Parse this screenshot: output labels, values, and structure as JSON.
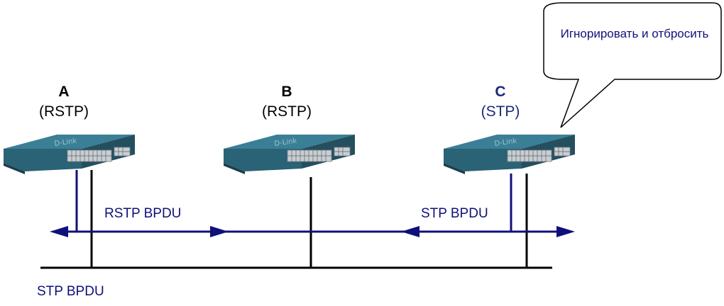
{
  "nodes": [
    {
      "name": "A",
      "protocol": "(RSTP)"
    },
    {
      "name": "B",
      "protocol": "(RSTP)"
    },
    {
      "name": "C",
      "protocol": "(STP)"
    }
  ],
  "flows": {
    "rstp_label": "RSTP BPDU",
    "stp_label": "STP BPDU"
  },
  "bottom": {
    "label": "STP BPDU"
  },
  "callout": {
    "text": "Игнорировать и отбросить"
  },
  "switch_brand": "D-Link",
  "colors": {
    "navy": "#10107a",
    "black": "#000000",
    "label_c": "#1c2a7a",
    "switch_top": "#2f6f86",
    "switch_front": "#23576b"
  }
}
